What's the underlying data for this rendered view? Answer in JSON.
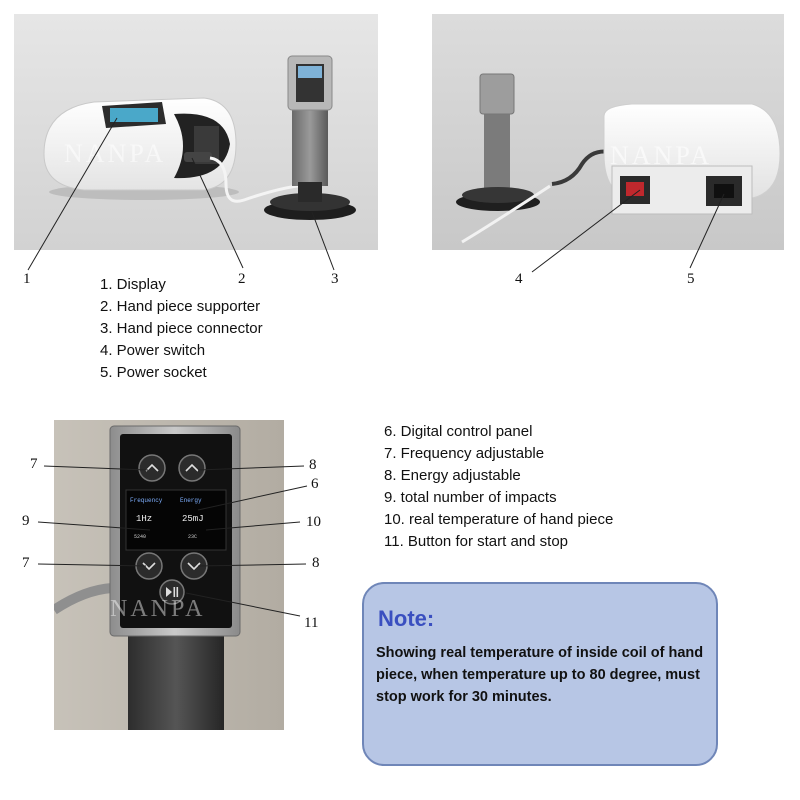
{
  "watermark": "NANPA",
  "callout_numbers": [
    "1",
    "2",
    "3",
    "4",
    "5",
    "6",
    "7",
    "8",
    "9",
    "10",
    "11"
  ],
  "top_legend": [
    "1.  Display",
    "2.  Hand piece supporter",
    "3.  Hand piece connector",
    "4.  Power switch",
    "5.  Power socket"
  ],
  "panel_legend": [
    "6. Digital control panel",
    "7. Frequency adjustable",
    "8. Energy adjustable",
    "9. total number of impacts",
    "10. real temperature of hand piece",
    "11. Button for start and stop"
  ],
  "panel_screen": {
    "frequency_label": "Frequency",
    "energy_label": "Energy",
    "frequency_value": "1Hz",
    "energy_value": "25mJ",
    "count_value": "5240",
    "temp_value": "23C"
  },
  "note": {
    "title": "Note:",
    "body": "Showing real temperature of inside coil of hand piece, when temperature up to 80 degree, must stop work for 30 minutes."
  },
  "colors": {
    "note_bg": "#b7c6e5",
    "note_border": "#6f86b8",
    "note_title": "#3a4fc0",
    "photo_bg": "#d8d8d8",
    "panel_blue": "#3c6fb4"
  }
}
